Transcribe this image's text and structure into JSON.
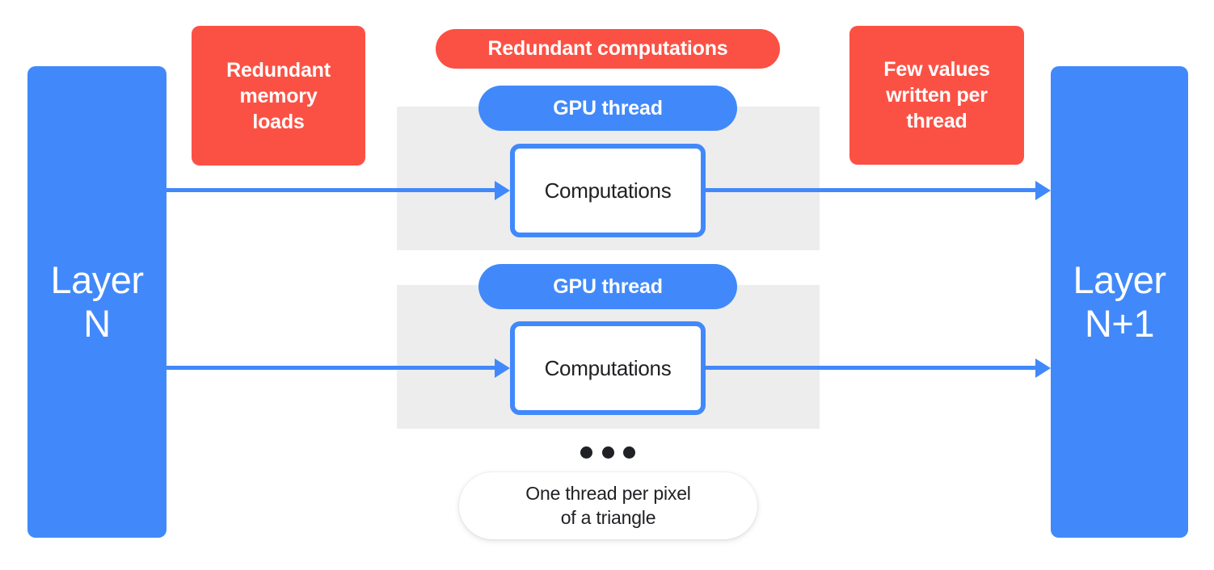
{
  "diagram": {
    "title": "GPU thread-per-pixel redundancy diagram",
    "colors": {
      "blue": "#4189FA",
      "red": "#FB5144",
      "gray_band": "#EDEDED",
      "text_dark": "#202124",
      "background": "#FFFFFF"
    },
    "layers": {
      "left": {
        "label": "Layer\nN"
      },
      "right": {
        "label": "Layer\nN+1"
      }
    },
    "callouts": {
      "memory_loads": "Redundant\nmemory\nloads",
      "computations": "Redundant computations",
      "values_written": "Few values\nwritten per\nthread"
    },
    "threads": [
      {
        "pill_label": "GPU thread",
        "box_label": "Computations"
      },
      {
        "pill_label": "GPU thread",
        "box_label": "Computations"
      }
    ],
    "ellipsis": {
      "dot_count": 3
    },
    "caption": "One thread per pixel\nof a triangle"
  }
}
